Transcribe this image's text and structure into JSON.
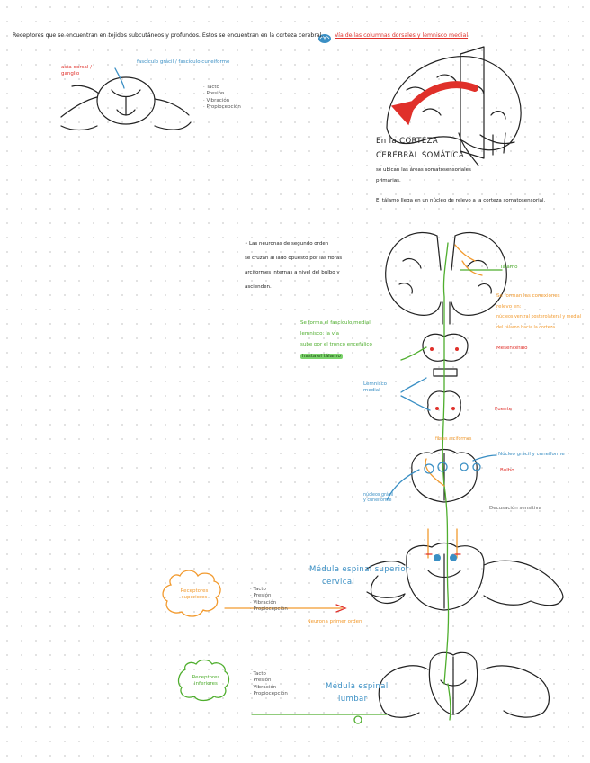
{
  "header": {
    "text": "Receptores que se encuentran en tejidos subcutáneos y profundos. Estos se encuentran en la corteza cerebral.",
    "icon": "brain-icon",
    "highlight": "Vía de las columnas dorsales y lemnisco medial"
  },
  "top_left": {
    "red_label": "asta dorsal / ganglio",
    "blue_label": "fascículo grácil / fascículo cuneiforme",
    "items": [
      "· Tacto",
      "· Presión",
      "· Vibración",
      "· Propiocepción"
    ]
  },
  "cortex": {
    "title_1": "En la CORTEZA",
    "title_2": "CEREBRAL SOMÁTICA",
    "desc_1": "se ubican las áreas somatosensoriales",
    "desc_2": "primarias.",
    "note": "El tálamo llega en un núcleo de relevo a la corteza somatosensorial."
  },
  "decussation_note": {
    "line_1": "• Las neuronas de segundo orden",
    "line_2": "se cruzan al lado opuesto por las fibras",
    "line_3": "arciformes internas a nivel del bulbo y",
    "line_4": "ascienden."
  },
  "green_note": {
    "line_1": "Se forma el fascículo medial",
    "line_2": "lemnisco: la vía",
    "line_3": "sube por el tronco encefálico",
    "line_4": "hasta el tálamo"
  },
  "labels": {
    "talamo": "Tálamo",
    "orange_note_1": "Se forman las conexiones",
    "orange_note_2": "relevo en:",
    "orange_note_3": "núcleos ventral posterolateral y medial",
    "orange_note_4": "del tálamo hacia la corteza",
    "mesencefalo": "Mesencéfalo",
    "lemnisco": "Lemnisco medial",
    "puente": "Puente",
    "fibras": "fibras arciformes",
    "nucleo_gracil": "Núcleo grácil y cuneiforme",
    "bulbo": "Bulbo",
    "blue_small": "núcleos grácil y cuneiforme",
    "decusacion": "Decusación sensitiva",
    "medula_sup": "Médula espinal superior",
    "medula_sup_2": "cervical",
    "neurona_1": "Neurona primer orden",
    "medula_inf": "Médula espinal",
    "medula_inf_2": "lumbar"
  },
  "receptors_upper": {
    "title": "Receptores superiores",
    "items": [
      "· Tacto",
      "· Presión",
      "· Vibración",
      "· Propiocepción"
    ]
  },
  "receptors_lower": {
    "title": "Receptores inferiores",
    "items": [
      "· Tacto",
      "· Presión",
      "· Vibración",
      "· Propiocepción"
    ]
  },
  "colors": {
    "red": "#e0302a",
    "blue": "#3a8fc4",
    "green": "#4fae2e",
    "orange": "#f29a2e"
  }
}
